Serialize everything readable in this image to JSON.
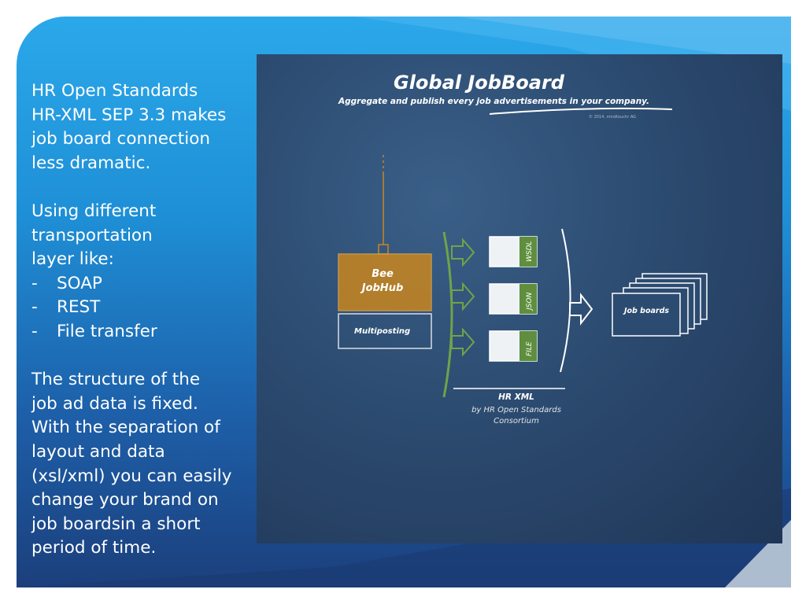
{
  "intro": {
    "text": "HR Open Standards\nHR-XML SEP 3.3 makes\njob board connection\nless dramatic."
  },
  "transport": {
    "heading": "Using different\ntransportation\nlayer like:",
    "items": [
      {
        "bullet": "-",
        "label": "SOAP"
      },
      {
        "bullet": "-",
        "label": "REST"
      },
      {
        "bullet": "-",
        "label": "File transfer"
      }
    ]
  },
  "structure": {
    "text": "The structure of the\njob ad data is fixed.\nWith the separation of\nlayout and data\n(xsl/xml) you can easily\nchange your brand on\njob boardsin a short\nperiod of time."
  },
  "diagram": {
    "title": "Global JobBoard",
    "subtitle": "Aggregate and publish every job advertisements in your company.",
    "copyright": "© 2014, mindtouchr AG",
    "hub_line1": "Bee",
    "hub_line2": "JobHub",
    "hub_module": "Multiposting",
    "formats": [
      "WSDL",
      "JSON",
      "FILE"
    ],
    "target": "Job boards",
    "standard": "HR XML",
    "standard_by_1": "by HR Open Standards",
    "standard_by_2": "Consortium",
    "colors": {
      "hub": "#c9861e",
      "format": "#5f8f3e",
      "chalk": "#ffffff",
      "board": "#2c4b70"
    }
  }
}
